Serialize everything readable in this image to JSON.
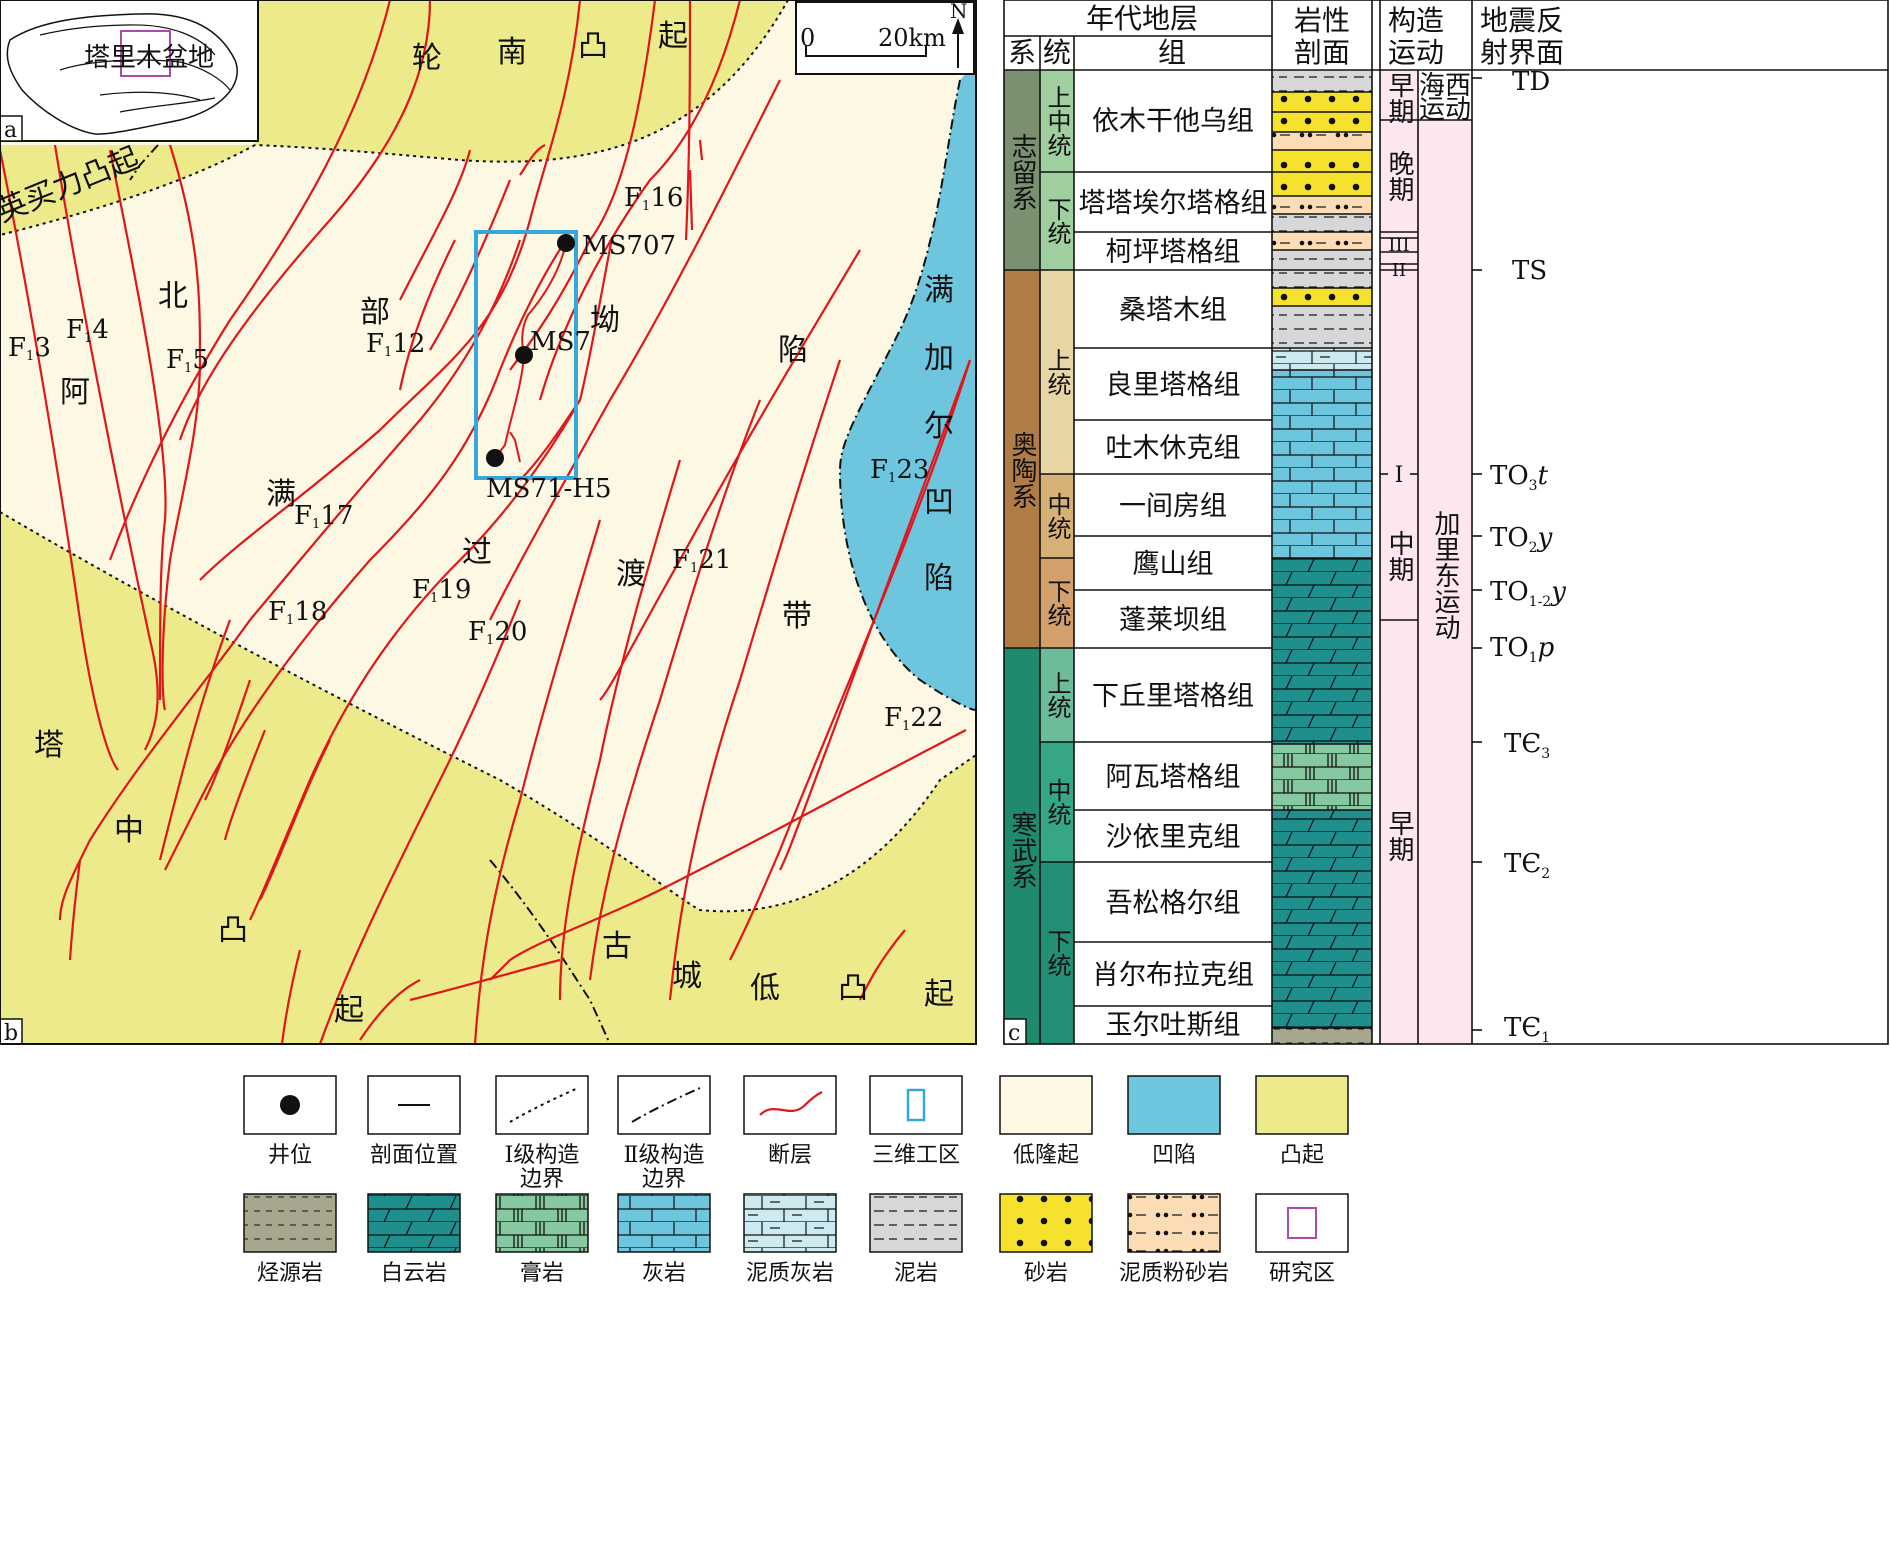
{
  "panel_tags": {
    "a": "a",
    "b": "b",
    "c": "c"
  },
  "inset": {
    "basin_label": "塔里木盆地"
  },
  "scale_bar": {
    "zero": "0",
    "dist": "20km",
    "north": "N"
  },
  "map_labels": {
    "lunnan": [
      "轮",
      "南",
      "凸",
      "起"
    ],
    "yingmaili": "英买力凸起",
    "mangjiaer": [
      "满",
      "加",
      "尔",
      "凹",
      "陷"
    ],
    "tazhong": [
      "塔",
      "中",
      "凸",
      "起"
    ],
    "gucheng": [
      "古",
      "城",
      "低",
      "凸",
      "起"
    ],
    "abei": [
      "北",
      "阿"
    ],
    "transition": [
      "部",
      "坳",
      "陷",
      "满",
      "过",
      "渡",
      "带"
    ]
  },
  "faults": {
    "F3": "3",
    "F4": "4",
    "F5": "5",
    "F12": "12",
    "F16": "16",
    "F17": "17",
    "F18": "18",
    "F19": "19",
    "F20": "20",
    "F21": "21",
    "F22": "22",
    "F23": "23"
  },
  "wells": {
    "w1": "MS707",
    "w2": "MS7",
    "w3": "MS71-H5"
  },
  "table": {
    "headers": {
      "strata": "年代地层",
      "system": "系",
      "series": "统",
      "formation": "组",
      "litho": [
        "岩性",
        "剖面"
      ],
      "tectonic": [
        "构造",
        "运动"
      ],
      "seismic": [
        "地震反",
        "射界面"
      ]
    },
    "systems": [
      "志留系",
      "奥陶系",
      "寒武系"
    ],
    "series": {
      "s_upmid": "上中统",
      "s_low": "下统",
      "o_up": "上统",
      "o_mid": "中统",
      "o_low": "下统",
      "c_up": "上统",
      "c_mid": "中统",
      "c_low": "下统"
    },
    "formations": [
      "依木干他乌组",
      "塔塔埃尔塔格组",
      "柯坪塔格组",
      "桑塔木组",
      "良里塔格组",
      "吐木休克组",
      "一间房组",
      "鹰山组",
      "蓬莱坝组",
      "下丘里塔格组",
      "阿瓦塔格组",
      "沙依里克组",
      "吾松格尔组",
      "肖尔布拉克组",
      "玉尔吐斯组"
    ],
    "phases": {
      "early_top": "早期",
      "late": "晚期",
      "mid": "中期",
      "early": "早期",
      "hercynian": [
        "海西",
        "运动"
      ],
      "caledonian": "加里东运动",
      "III": "III",
      "II": "II",
      "I": "I"
    },
    "seismic": {
      "TD": "TD",
      "TS": "TS",
      "TO3t": [
        "TO",
        "3",
        "t"
      ],
      "TO2y": [
        "TO",
        "2",
        "y"
      ],
      "TO12y": [
        "TO",
        "1-2",
        "y"
      ],
      "TO1p": [
        "TO",
        "1",
        "p"
      ],
      "TC3": [
        "TЄ",
        "3"
      ],
      "TC2": [
        "TЄ",
        "2"
      ],
      "TC1": [
        "TЄ",
        "1"
      ]
    }
  },
  "legend": {
    "row1": [
      "井位",
      "剖面位置",
      "Ⅰ级构造",
      "Ⅱ级构造",
      "断层",
      "三维工区",
      "低隆起",
      "凹陷",
      "凸起"
    ],
    "row1_line2": [
      "边界",
      "边界"
    ],
    "row2": [
      "烃源岩",
      "白云岩",
      "膏岩",
      "灰岩",
      "泥质灰岩",
      "泥岩",
      "砂岩",
      "泥质粉砂岩",
      "研究区"
    ]
  },
  "colors": {
    "uplift": "#ecea8a",
    "low_uplift": "#fdf8e4",
    "depression": "#6ec5de",
    "fault": "#e0161b",
    "work_area": "#35a7db",
    "study_area": "#b04aa8"
  }
}
